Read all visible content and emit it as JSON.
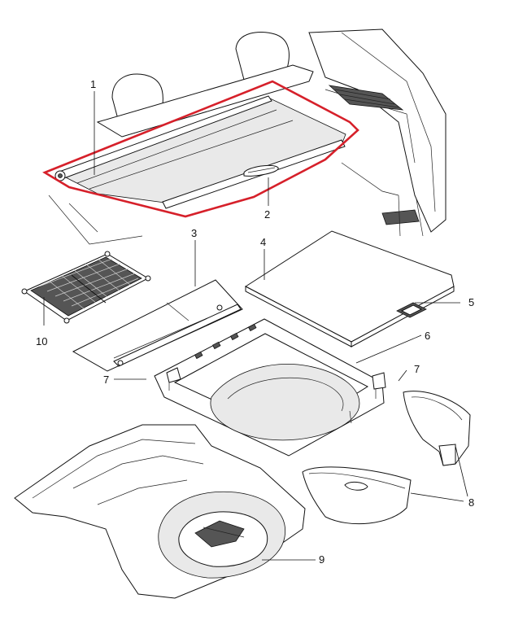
{
  "callouts": [
    {
      "id": "1",
      "label": "1"
    },
    {
      "id": "2",
      "label": "2"
    },
    {
      "id": "3",
      "label": "3"
    },
    {
      "id": "4",
      "label": "4"
    },
    {
      "id": "5",
      "label": "5"
    },
    {
      "id": "6",
      "label": "6"
    },
    {
      "id": "7a",
      "label": "7"
    },
    {
      "id": "7b",
      "label": "7"
    },
    {
      "id": "8",
      "label": "8"
    },
    {
      "id": "9",
      "label": "9"
    },
    {
      "id": "10",
      "label": "10"
    }
  ],
  "colors": {
    "highlight": "#d6202a",
    "line": "#111111",
    "background": "#ffffff"
  }
}
